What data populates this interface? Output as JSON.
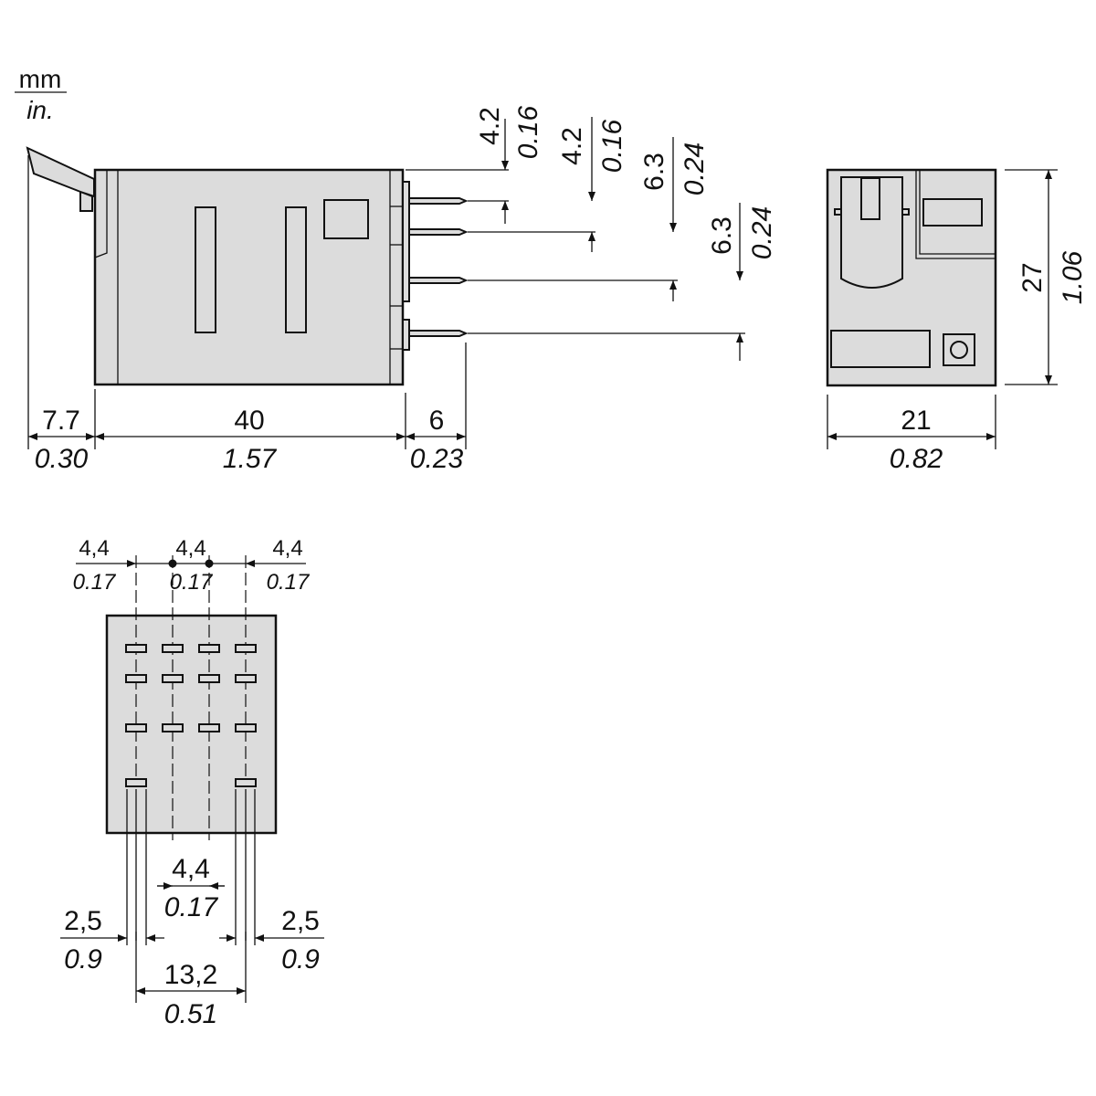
{
  "units": {
    "primary": "mm",
    "secondary": "in."
  },
  "side_view": {
    "lever_offset": {
      "mm": "7.7",
      "in": "0.30"
    },
    "body_length": {
      "mm": "40",
      "in": "1.57"
    },
    "pin_length": {
      "mm": "6",
      "in": "0.23"
    },
    "pin_spacing": [
      {
        "mm": "4.2",
        "in": "0.16"
      },
      {
        "mm": "4.2",
        "in": "0.16"
      },
      {
        "mm": "6.3",
        "in": "0.24"
      },
      {
        "mm": "6.3",
        "in": "0.24"
      }
    ]
  },
  "front_view": {
    "height": {
      "mm": "27",
      "in": "1.06"
    },
    "width": {
      "mm": "21",
      "in": "0.82"
    }
  },
  "bottom_view": {
    "top_pitch": [
      {
        "mm": "4,4",
        "in": "0.17"
      },
      {
        "mm": "4,4",
        "in": "0.17"
      },
      {
        "mm": "4,4",
        "in": "0.17"
      }
    ],
    "middle_pitch": {
      "mm": "4,4",
      "in": "0.17"
    },
    "pin_width_left": {
      "mm": "2,5",
      "in": "0.9"
    },
    "pin_width_right": {
      "mm": "2,5",
      "in": "0.9"
    },
    "outer_pitch": {
      "mm": "13,2",
      "in": "0.51"
    }
  },
  "colors": {
    "body": "#dcdcdc",
    "line": "#111111"
  }
}
